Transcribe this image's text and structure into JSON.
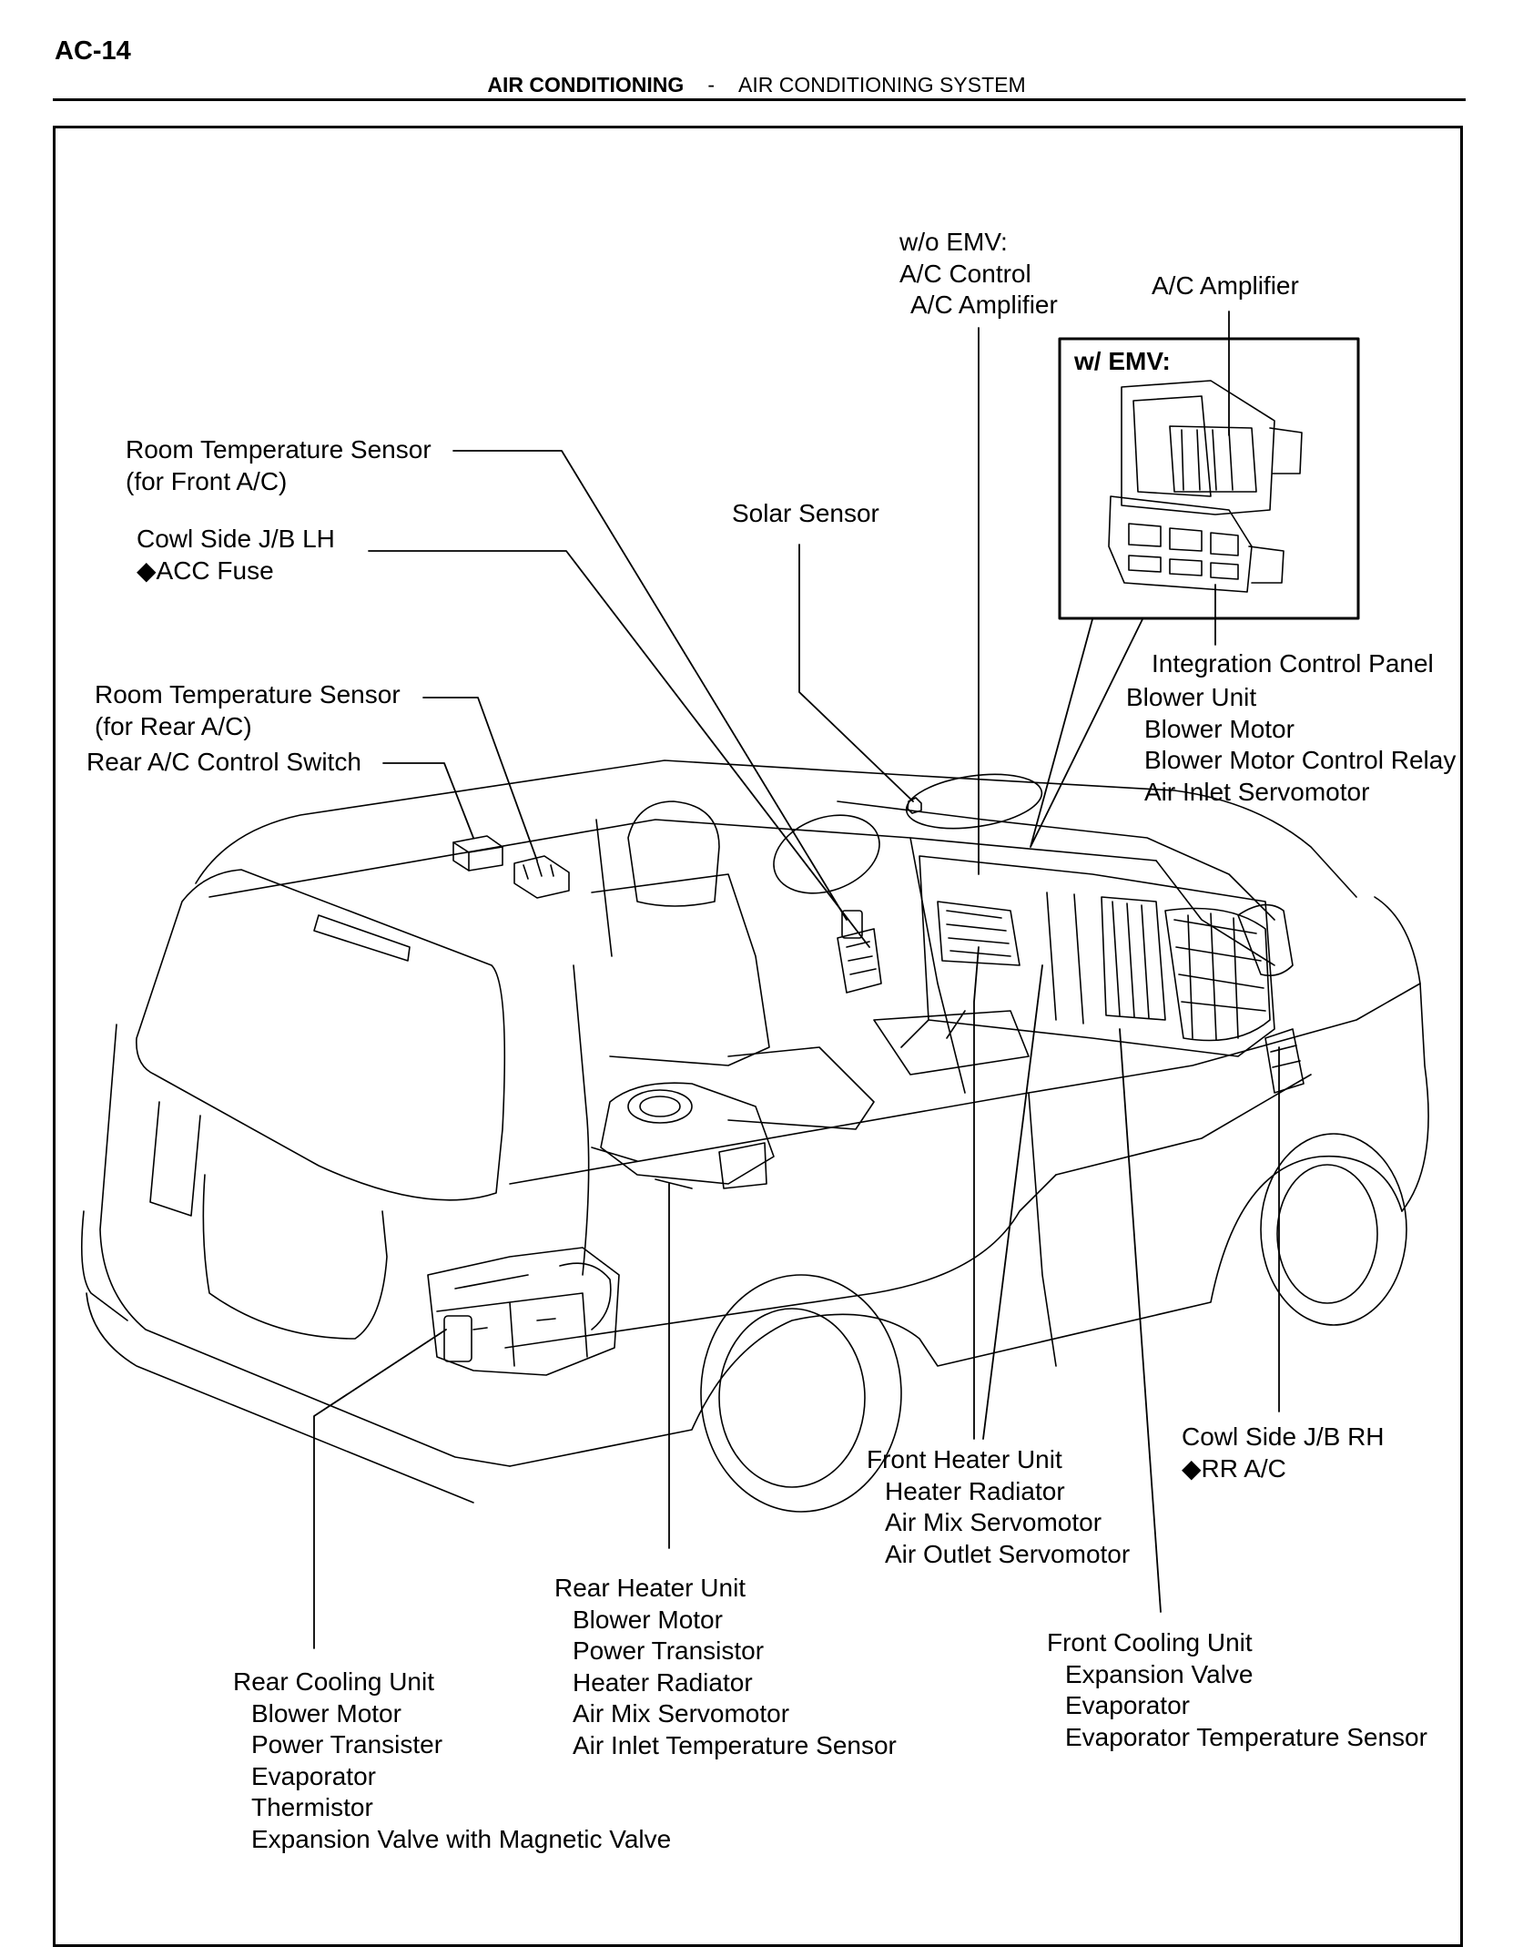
{
  "page": {
    "number": "AC-14"
  },
  "header": {
    "section": "AIR CONDITIONING",
    "separator": "-",
    "subsection": "AIR CONDITIONING SYSTEM"
  },
  "labels": {
    "wo_emv": {
      "line1": "w/o EMV:",
      "line2": "A/C Control",
      "line3": "A/C Amplifier"
    },
    "ac_amplifier": "A/C Amplifier",
    "w_emv": "w/ EMV:",
    "room_temp_front": {
      "line1": "Room Temperature Sensor",
      "line2": "(for Front A/C)"
    },
    "solar_sensor": "Solar Sensor",
    "cowl_lh": {
      "line1": "Cowl Side J/B LH",
      "line2": "◆ACC Fuse"
    },
    "room_temp_rear": {
      "line1": "Room Temperature Sensor",
      "line2": "(for Rear A/C)"
    },
    "rear_switch": "Rear A/C Control Switch",
    "integration_panel": "Integration Control Panel",
    "blower_unit": {
      "title": "Blower Unit",
      "items": [
        "Blower Motor",
        "Blower Motor Control Relay",
        "Air Inlet Servomotor"
      ]
    },
    "cowl_rh": {
      "line1": "Cowl Side J/B RH",
      "line2": "◆RR A/C"
    },
    "front_heater": {
      "title": "Front Heater Unit",
      "items": [
        "Heater Radiator",
        "Air Mix Servomotor",
        "Air Outlet Servomotor"
      ]
    },
    "rear_heater": {
      "title": "Rear Heater Unit",
      "items": [
        "Blower Motor",
        "Power Transistor",
        "Heater Radiator",
        "Air Mix Servomotor",
        "Air Inlet Temperature Sensor"
      ]
    },
    "front_cooling": {
      "title": "Front Cooling Unit",
      "items": [
        "Expansion Valve",
        "Evaporator",
        "Evaporator Temperature Sensor"
      ]
    },
    "rear_cooling": {
      "title": "Rear Cooling Unit",
      "items": [
        "Blower Motor",
        "Power Transister",
        "Evaporator",
        "Thermistor",
        "Expansion Valve with Magnetic Valve"
      ]
    }
  }
}
